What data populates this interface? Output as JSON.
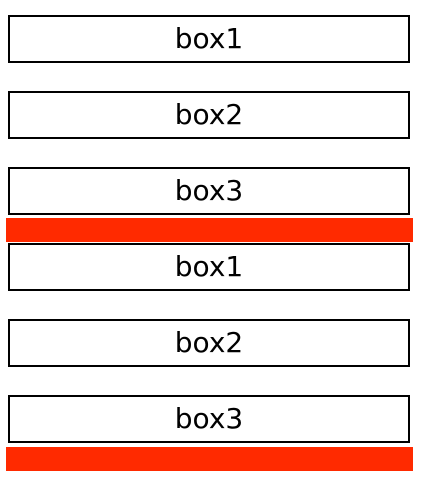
{
  "colors": {
    "bar": "#ff2a00",
    "border": "#000000",
    "background": "#ffffff"
  },
  "groups": [
    {
      "boxes": [
        "box1",
        "box2",
        "box3"
      ]
    },
    {
      "boxes": [
        "box1",
        "box2",
        "box3"
      ]
    }
  ]
}
